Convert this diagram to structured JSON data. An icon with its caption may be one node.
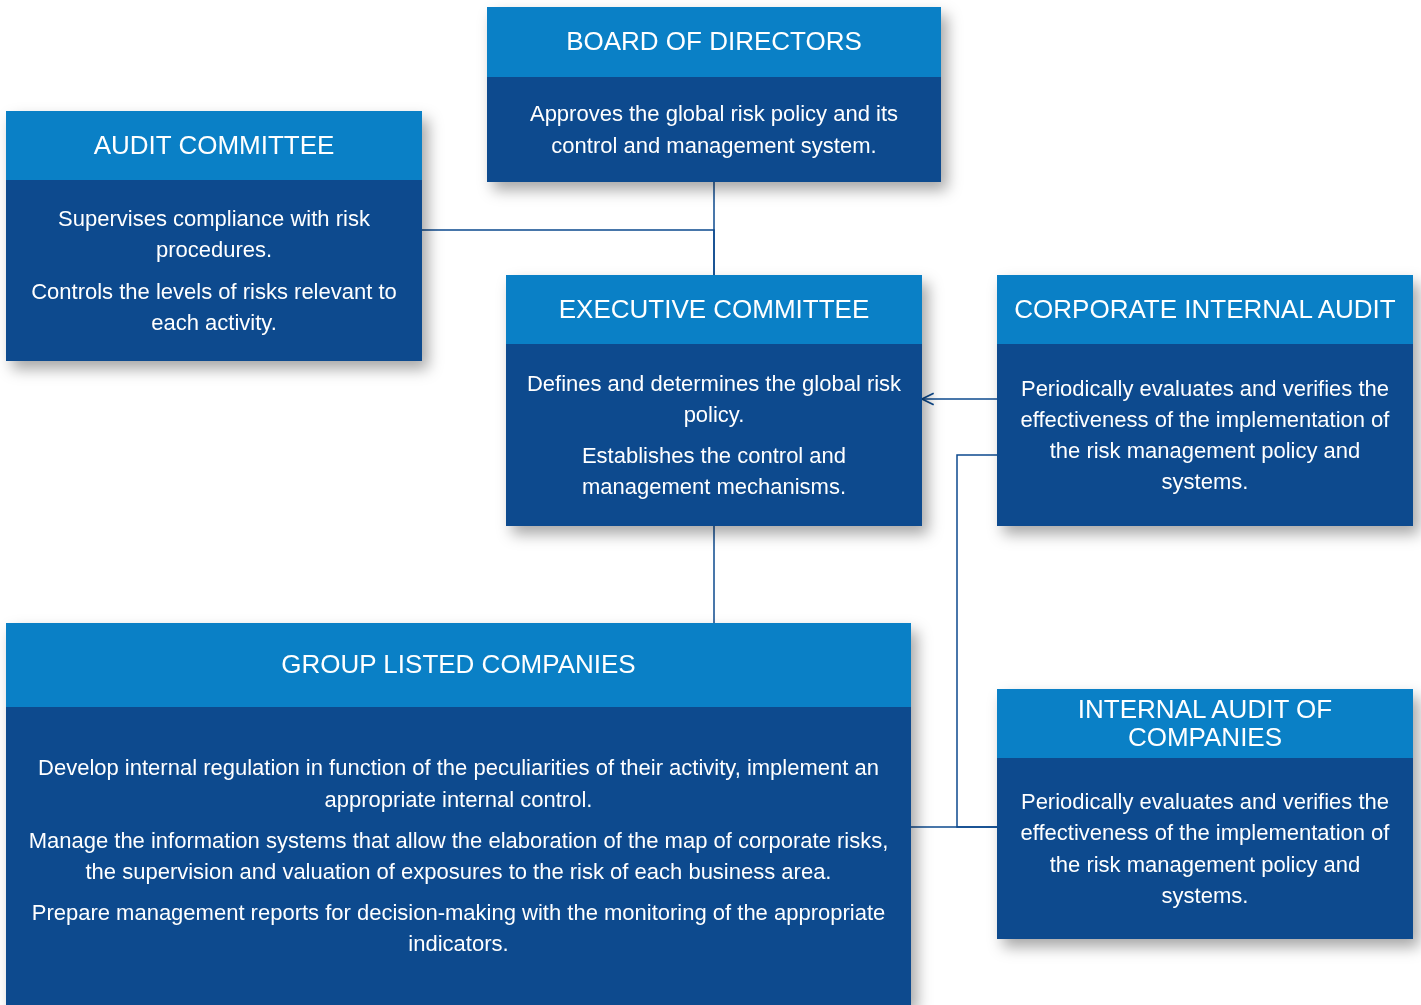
{
  "diagram": {
    "nodes": [
      {
        "text": [
          "BOARD OF DIRECTORS",
          "Approves the global risk policy and its control and management system."
        ]
      },
      {
        "text": [
          "AUDIT COMMITTEE",
          "Supervises compliance with risk procedures.",
          "Controls the levels of risks relevant to each activity."
        ]
      },
      {
        "text": [
          "EXECUTIVE COMMITTEE",
          "Defines and determines the global risk policy.",
          "Establishes the control and management mechanisms."
        ]
      },
      {
        "text": [
          "CORPORATE INTERNAL AUDIT",
          "Periodically evaluates and verifies the effectiveness of the implementation of the risk management policy and systems."
        ]
      },
      {
        "text": [
          "GROUP LISTED COMPANIES",
          "Develop internal regulation in function of the peculiarities of their activity, implement an appropriate internal control.",
          "Manage the information systems that allow the elaboration of the map of corporate risks, the supervision and valuation of exposures to the risk of each business area.",
          "Prepare management reports for decision-making with the monitoring of the appropriate indicators."
        ]
      },
      {
        "text": [
          "INTERNAL AUDIT OF COMPANIES",
          "Periodically evaluates and verifies the effectiveness of the implementation of the risk management policy and systems."
        ]
      }
    ],
    "edges": [
      {
        "from": 0,
        "to": 2,
        "arrow": "none"
      },
      {
        "from": 1,
        "to": 2,
        "arrow": "none"
      },
      {
        "from": 3,
        "to": 2,
        "arrow": "to"
      },
      {
        "from": 2,
        "to": 4,
        "arrow": "none"
      },
      {
        "from": 3,
        "to": 5,
        "arrow": "none"
      },
      {
        "from": 4,
        "to": 5,
        "arrow": "none"
      }
    ]
  }
}
